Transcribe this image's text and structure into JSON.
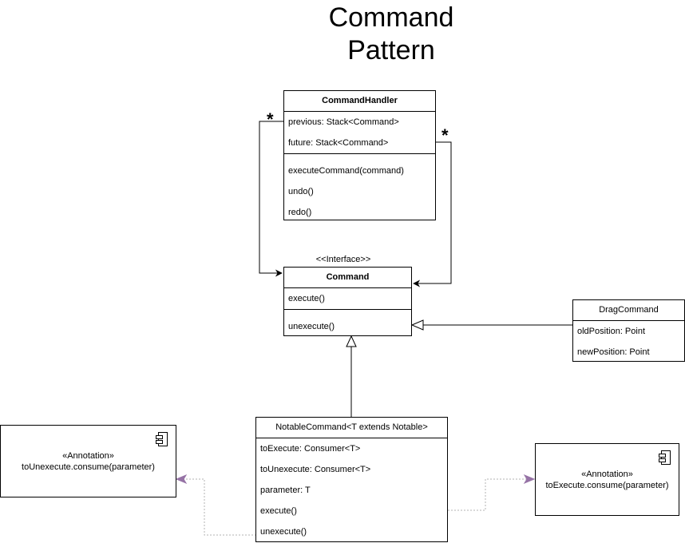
{
  "title": "Command\nPattern",
  "command_handler": {
    "name": "CommandHandler",
    "attributes": [
      "previous: Stack<Command>",
      "future: Stack<Command>"
    ],
    "methods": [
      "executeCommand(command)",
      "undo()",
      "redo()"
    ]
  },
  "command": {
    "stereotype": "<<Interface>>",
    "name": "Command",
    "methods_a": [
      "execute()"
    ],
    "methods_b": [
      "unexecute()"
    ]
  },
  "drag_command": {
    "name": "DragCommand",
    "attributes": [
      "oldPosition: Point",
      "newPosition: Point"
    ]
  },
  "notable_command": {
    "name": "NotableCommand<T extends Notable>",
    "attributes": [
      "toExecute: Consumer<T>",
      "toUnexecute: Consumer<T>",
      "parameter: T"
    ],
    "methods": [
      "execute()",
      "unexecute()"
    ]
  },
  "annotation_left": {
    "stereotype": "«Annotation»",
    "text": "toUnexecute.consume(parameter)"
  },
  "annotation_right": {
    "stereotype": "«Annotation»",
    "text": "toExecute.consume(parameter)"
  },
  "multiplicity": {
    "previous": "*",
    "future": "*"
  },
  "colors": {
    "dependency": "#9673a6",
    "dotted_line": "#b3b3b3"
  }
}
